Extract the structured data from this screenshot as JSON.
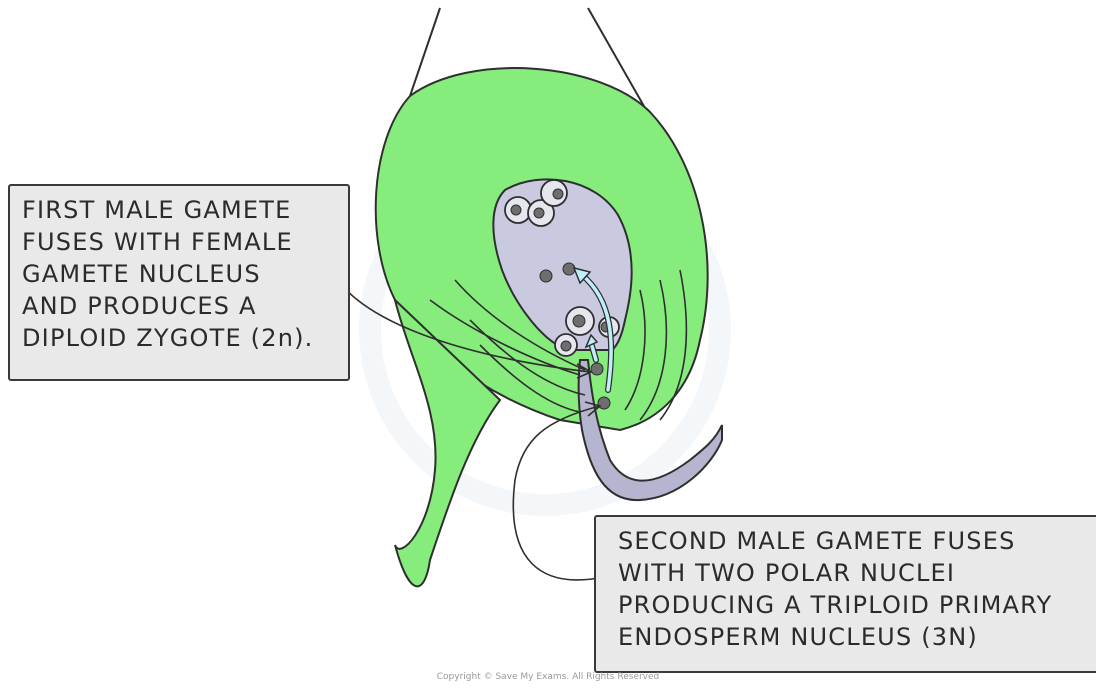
{
  "labels": {
    "first_male_gamete": [
      "FIRST MALE GAMETE",
      "FUSES WITH FEMALE",
      "GAMETE NUCLEUS",
      "AND PRODUCES A",
      "DIPLOID ZYGOTE (2n)."
    ],
    "second_male_gamete": [
      "SECOND MALE GAMETE FUSES",
      "WITH TWO POLAR NUCLEI",
      "PRODUCING A TRIPLOID PRIMARY",
      "ENDOSPERM NUCLEUS (3N)"
    ]
  },
  "copyright": "Copyright © Save My Exams. All Rights Reserved",
  "colors": {
    "ovary_green": "#86ec7c",
    "embryo_sac": "#c9c9df",
    "pollen_tube": "#b5b5cf",
    "nucleus": "#6e6e6e",
    "arrow": "#bfeef8",
    "outline": "#2f2f2f"
  }
}
